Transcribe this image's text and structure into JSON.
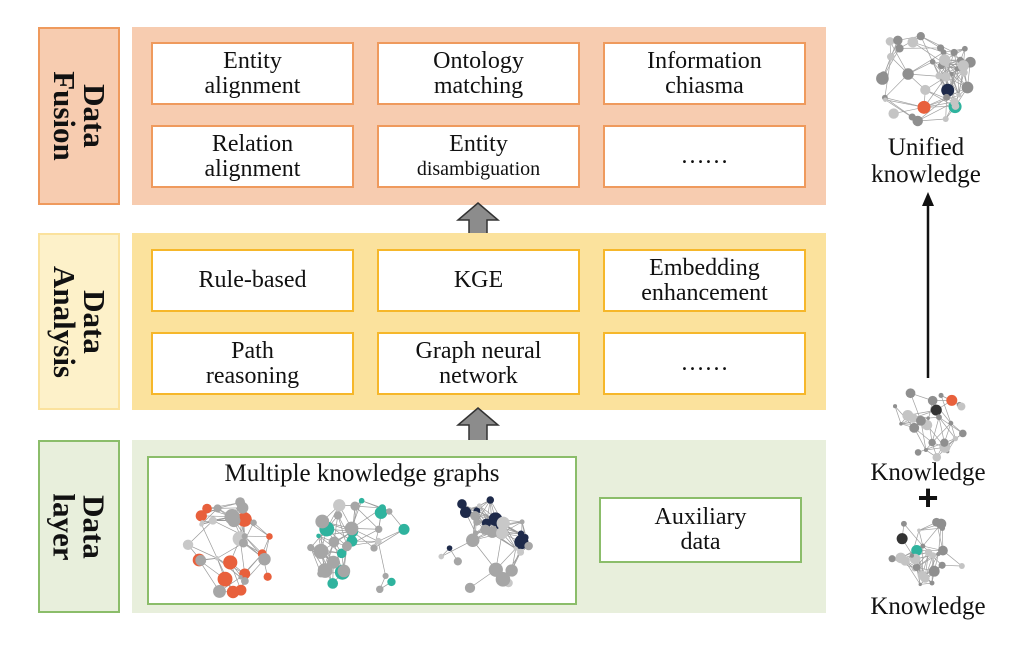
{
  "layers": {
    "fusion": {
      "label": "Data\nFusion",
      "cells": [
        {
          "line1": "Entity",
          "line2": "alignment"
        },
        {
          "line1": "Ontology",
          "line2": "matching"
        },
        {
          "line1": "Information",
          "line2": "chiasma"
        },
        {
          "line1": "Relation",
          "line2": "alignment"
        },
        {
          "line1": "Entity",
          "line2": "disambiguation"
        },
        {
          "line1": "……",
          "line2": ""
        }
      ]
    },
    "analysis": {
      "label": "Data\nAnalysis",
      "cells": [
        {
          "line1": "Rule-based",
          "line2": ""
        },
        {
          "line1": "KGE",
          "line2": ""
        },
        {
          "line1": "Embedding",
          "line2": "enhancement"
        },
        {
          "line1": "Path",
          "line2": "reasoning"
        },
        {
          "line1": "Graph neural",
          "line2": "network"
        },
        {
          "line1": "……",
          "line2": ""
        }
      ]
    },
    "data": {
      "label": "Data\nlayer",
      "kg_title": "Multiple knowledge graphs",
      "aux_line1": "Auxiliary",
      "aux_line2": "data"
    }
  },
  "side": {
    "unified_line1": "Unified",
    "unified_line2": "knowledge",
    "knowledge_1": "Knowledge",
    "plus": "+",
    "knowledge_2": "Knowledge"
  },
  "colors": {
    "fusion_band": "#f7ccb0",
    "fusion_border": "#ef9a5d",
    "analysis_band": "#fbe29d",
    "analysis_border": "#f6b72a",
    "data_band": "#e8efdc",
    "data_border": "#8bbd6a",
    "node_orange": "#e8603c",
    "node_teal": "#2fb39e",
    "node_navy": "#1e2a4a",
    "node_gray": "#a6a6a6",
    "arrow_gray": "#8c8c8c"
  }
}
